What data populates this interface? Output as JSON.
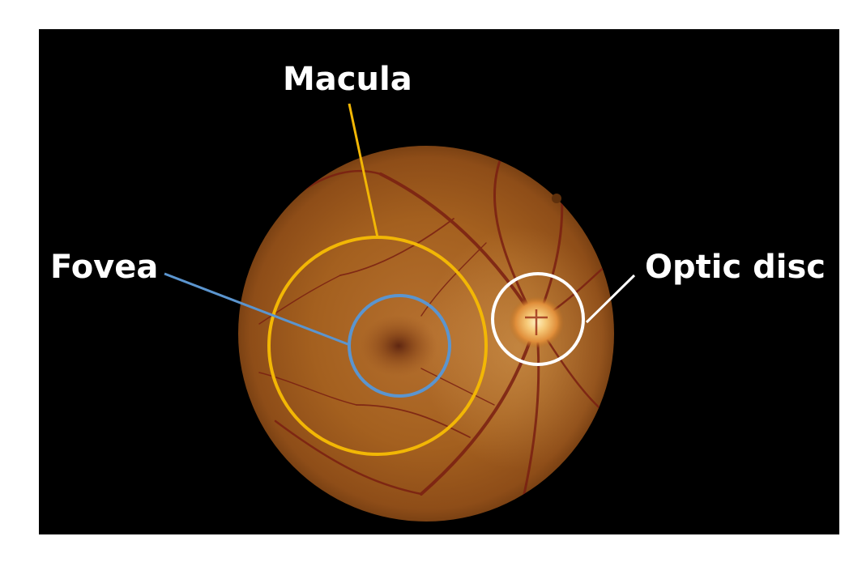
{
  "labels": {
    "macula": "Macula",
    "fovea": "Fovea",
    "optic_disc": "Optic disc"
  },
  "colors": {
    "background": "#000000",
    "page": "#ffffff",
    "macula_ring": "#f2b705",
    "fovea_ring": "#5b95cf",
    "optic_disc_ring": "#ffffff",
    "label_text": "#ffffff",
    "retina": "#b06a2e",
    "vessel": "#7a1f12"
  }
}
